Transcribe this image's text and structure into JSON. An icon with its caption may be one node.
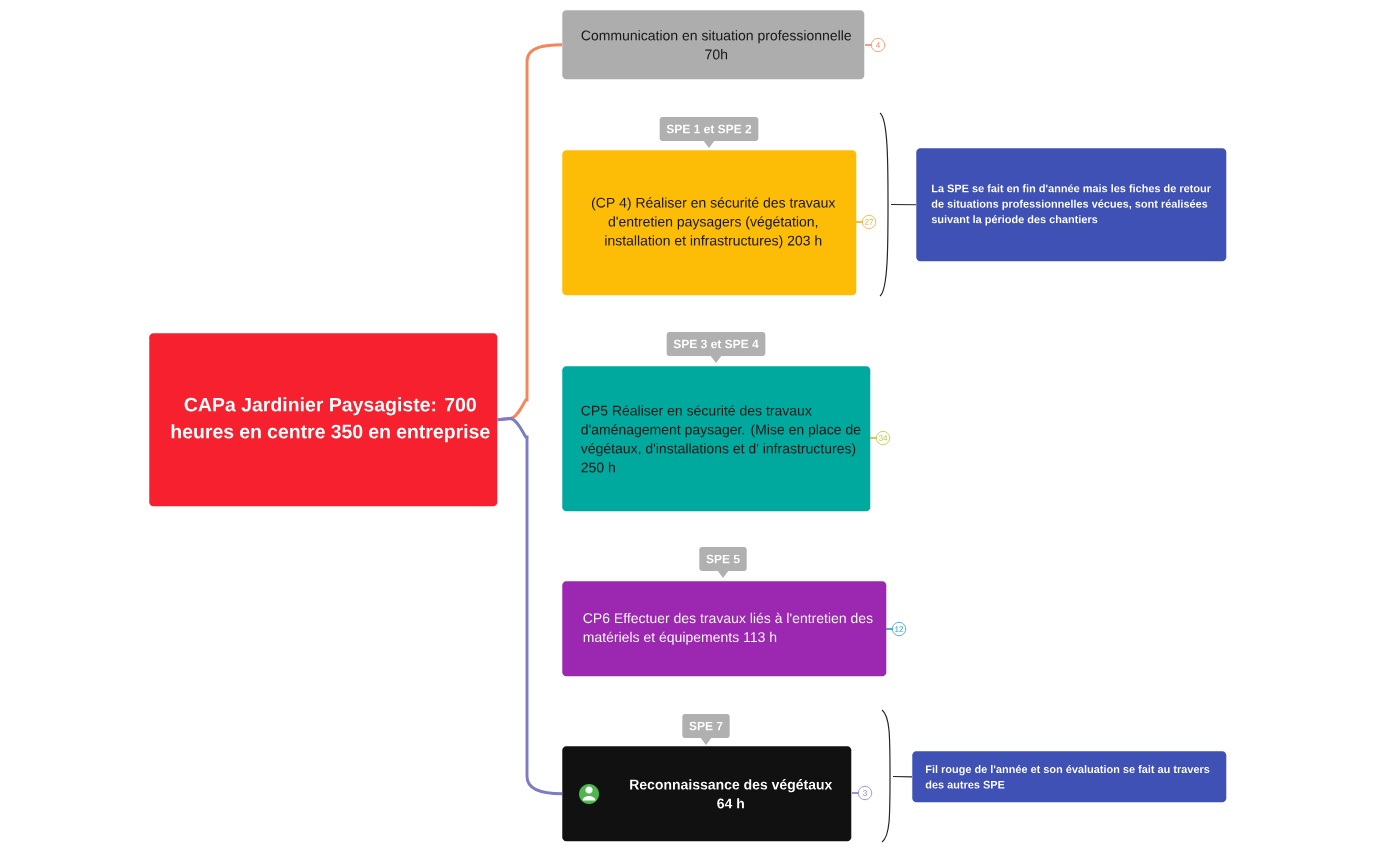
{
  "diagram": {
    "nodes": [
      {
        "text": [
          "CAPa Jardinier Paysagiste:   700 heures en centre 350 en entreprise"
        ]
      },
      {
        "text": [
          "Communication en situation professionnelle 70h"
        ],
        "beside": [
          "4"
        ]
      },
      {
        "text": [
          "(CP 4)  Réaliser en sécurité des travaux d'entretien paysagers (végétation, installation et infrastructures)   203 h"
        ],
        "beside": [
          "SPE 1 et SPE 2",
          "27"
        ]
      },
      {
        "text": [
          "CP5 Réaliser en sécurité des travaux d'aménagement paysager. (Mise en place de végétaux, d'installations et d' infrastructures)   250 h"
        ],
        "beside": [
          "SPE 3 et SPE 4",
          "34"
        ]
      },
      {
        "text": [
          "CP6 Effectuer des travaux liés à l'entretien des matériels et équipements  113 h"
        ],
        "beside": [
          "SPE 5",
          "12"
        ]
      },
      {
        "text": [
          "Reconnaissance des végétaux 64 h"
        ],
        "beside": [
          "SPE 7",
          "3"
        ]
      },
      {
        "text": [
          "La SPE se fait en fin d'année mais les fiches de retour de situations professionnelles vécues, sont réalisées suivant la période des chantiers"
        ]
      },
      {
        "text": [
          "Fil rouge de l'année et son évaluation se fait au travers des autres SPE"
        ]
      }
    ],
    "edges": [
      {
        "from": 0,
        "to": 1,
        "arrow": "none",
        "color": "#f7845a"
      },
      {
        "from": 0,
        "to": 5,
        "arrow": "none",
        "color": "#7c7cc6"
      },
      {
        "from": 2,
        "to": 6,
        "arrow": "none"
      },
      {
        "from": 5,
        "to": 7,
        "arrow": "none"
      }
    ]
  }
}
